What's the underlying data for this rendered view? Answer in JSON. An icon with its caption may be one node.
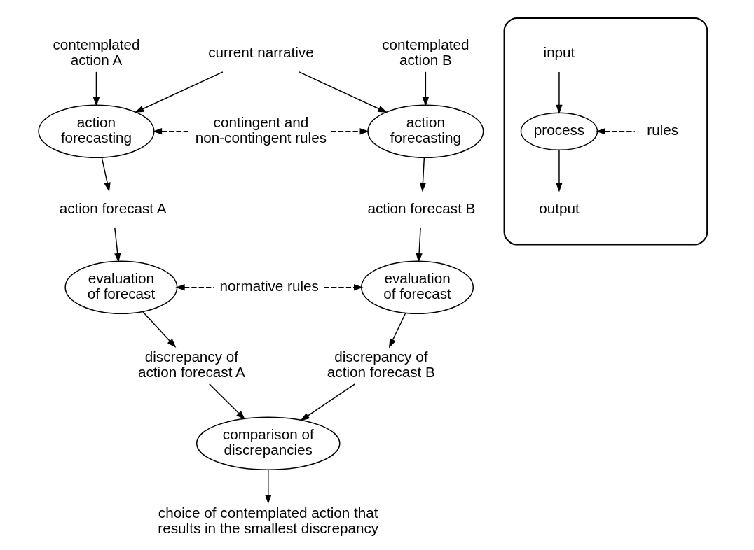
{
  "diagram": {
    "nodes": [
      {
        "text": [
          "contemplated action A"
        ]
      },
      {
        "text": [
          "current narrative"
        ]
      },
      {
        "text": [
          "contemplated action B"
        ]
      },
      {
        "text": [
          "action forecasting"
        ]
      },
      {
        "text": [
          "contingent and non-contingent rules"
        ]
      },
      {
        "text": [
          "action forecasting"
        ]
      },
      {
        "text": [
          "action forecast A"
        ]
      },
      {
        "text": [
          "action forecast B"
        ]
      },
      {
        "text": [
          "evaluation of forecast"
        ]
      },
      {
        "text": [
          "normative rules"
        ]
      },
      {
        "text": [
          "evaluation of forecast"
        ]
      },
      {
        "text": [
          "discrepancy of action forecast A"
        ]
      },
      {
        "text": [
          "discrepancy of action forecast B"
        ]
      },
      {
        "text": [
          "comparison of discrepancies"
        ]
      },
      {
        "text": [
          "choice of contemplated action that results in the smallest discrepancy"
        ]
      },
      {
        "text": [],
        "shape": "box"
      },
      {
        "text": [
          "input"
        ],
        "in": 15
      },
      {
        "text": [
          "process"
        ],
        "in": 15
      },
      {
        "text": [
          "rules"
        ],
        "in": 15
      },
      {
        "text": [
          "output"
        ],
        "in": 15
      }
    ],
    "edges": [
      {
        "from": 0,
        "to": 3,
        "arrow": "to"
      },
      {
        "from": 1,
        "to": 3,
        "arrow": "to"
      },
      {
        "from": 1,
        "to": 5,
        "arrow": "to"
      },
      {
        "from": 2,
        "to": 5,
        "arrow": "to"
      },
      {
        "from": 4,
        "to": 3,
        "arrow": "to",
        "style": "dashed"
      },
      {
        "from": 4,
        "to": 5,
        "arrow": "to",
        "style": "dashed"
      },
      {
        "from": 3,
        "to": 6,
        "arrow": "to"
      },
      {
        "from": 5,
        "to": 7,
        "arrow": "to"
      },
      {
        "from": 6,
        "to": 8,
        "arrow": "to"
      },
      {
        "from": 7,
        "to": 10,
        "arrow": "to"
      },
      {
        "from": 9,
        "to": 8,
        "arrow": "to",
        "style": "dashed"
      },
      {
        "from": 9,
        "to": 10,
        "arrow": "to",
        "style": "dashed"
      },
      {
        "from": 8,
        "to": 11,
        "arrow": "to"
      },
      {
        "from": 10,
        "to": 12,
        "arrow": "to"
      },
      {
        "from": 11,
        "to": 13,
        "arrow": "to"
      },
      {
        "from": 12,
        "to": 13,
        "arrow": "to"
      },
      {
        "from": 13,
        "to": 14,
        "arrow": "to"
      },
      {
        "from": 16,
        "to": 17,
        "arrow": "to"
      },
      {
        "from": 18,
        "to": 17,
        "arrow": "to",
        "style": "dashed"
      },
      {
        "from": 17,
        "to": 19,
        "arrow": "to"
      }
    ]
  }
}
